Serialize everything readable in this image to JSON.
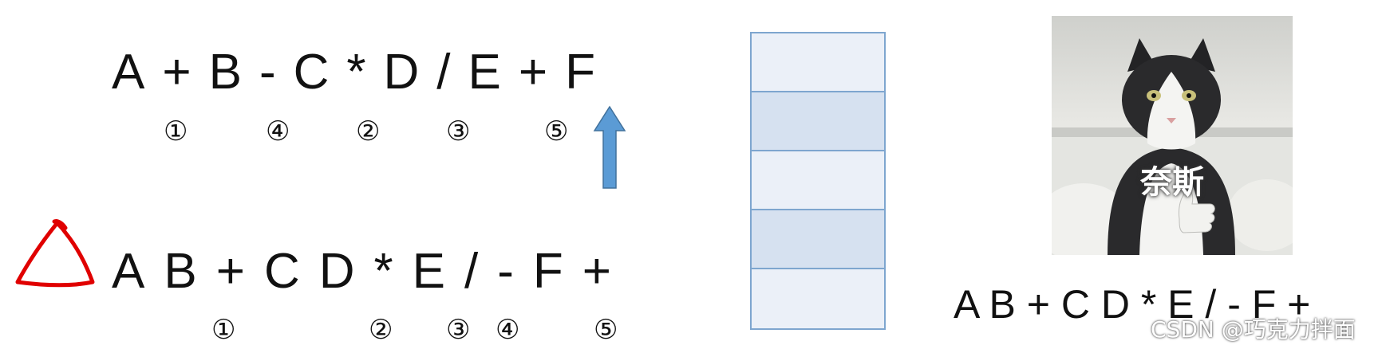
{
  "infix": {
    "tokens": [
      "A",
      "+",
      "B",
      "-",
      "C",
      "*",
      "D",
      "/",
      "E",
      "+",
      "F"
    ],
    "order_marks": [
      "①",
      "④",
      "②",
      "③",
      "⑤"
    ]
  },
  "postfix": {
    "tokens": [
      "A",
      "B",
      "+",
      "C",
      "D",
      "*",
      "E",
      "/",
      "-",
      "F",
      "+"
    ],
    "order_marks": [
      "①",
      "②",
      "③",
      "④",
      "⑤"
    ]
  },
  "stack": {
    "slot_count": 5,
    "colors": {
      "light": "#ebf0f8",
      "dark": "#d6e1f0",
      "border": "#7ea6cf"
    }
  },
  "pointer_arrow_color": "#5b9bd5",
  "triangle_mark_color": "#e00000",
  "meme": {
    "caption": "奈斯"
  },
  "result_expression": "A B + C D * E / - F +",
  "watermark": "CSDN @巧克力拌面"
}
